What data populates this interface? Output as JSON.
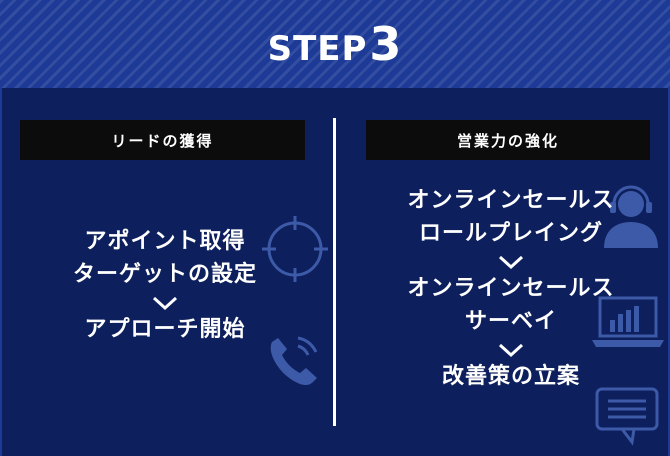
{
  "header": {
    "step_word": "STEP",
    "step_number": "3"
  },
  "left": {
    "label": "リードの獲得",
    "items": [
      "アポイント取得",
      "ターゲットの設定",
      "アプローチ開始"
    ]
  },
  "right": {
    "label": "営業力の強化",
    "items": [
      "オンラインセールス",
      "ロールプレイング",
      "オンラインセールス",
      "サーベイ",
      "改善策の立案"
    ]
  },
  "icons": {
    "left_top": "crosshair-icon",
    "left_bottom": "phone-icon",
    "right_top": "headset-operator-icon",
    "right_middle": "laptop-chart-icon",
    "right_bottom": "speech-bubble-icon",
    "chevron": "chevron-down-icon"
  },
  "colors": {
    "background": "#0d1f5c",
    "header": "#1c3a96",
    "label_box": "#0c0c0c",
    "text": "#ffffff",
    "icon": "#3d5aa8"
  }
}
